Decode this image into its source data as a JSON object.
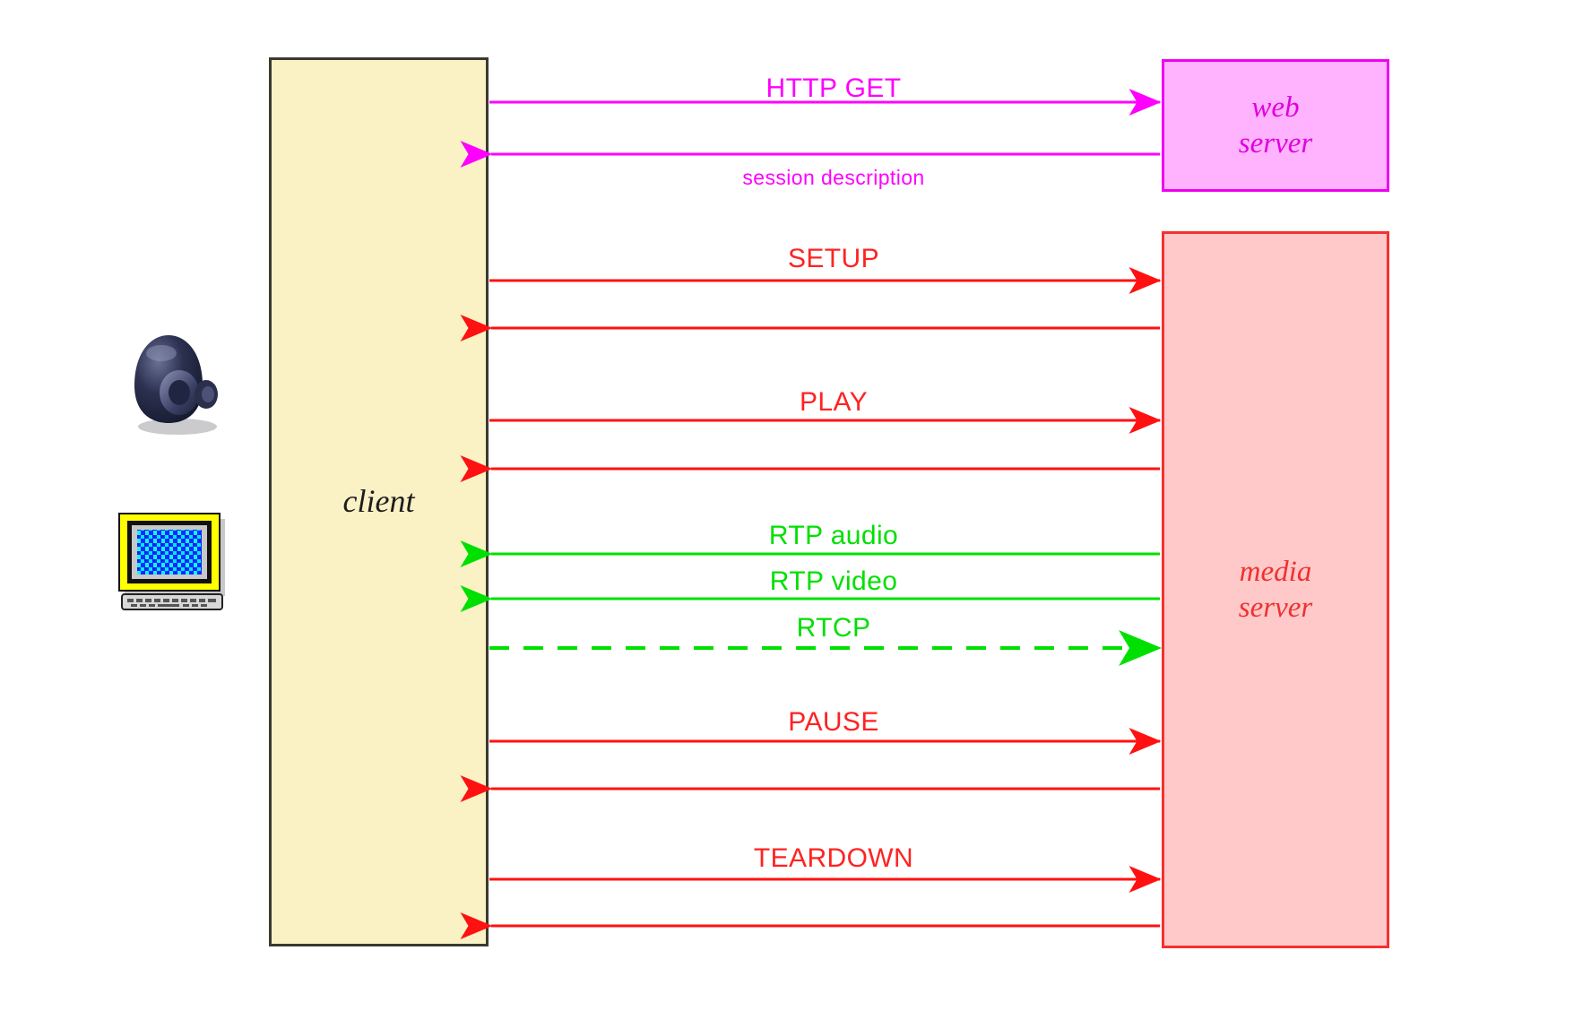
{
  "diagram": {
    "title": "RTSP streaming session message exchange",
    "nodes": {
      "client": {
        "label": "client",
        "fill": "#faf1c4",
        "stroke": "#3a3a30"
      },
      "web_server": {
        "label": "web\nserver",
        "label_line1": "web",
        "label_line2": "server",
        "fill": "#ffb3ff",
        "stroke": "#f000f0"
      },
      "media_server": {
        "label": "media\nserver",
        "label_line1": "media",
        "label_line2": "server",
        "fill": "#ffc9c9",
        "stroke": "#f63030"
      }
    },
    "icons": {
      "speaker": "speaker-icon",
      "monitor": "monitor-icon"
    },
    "colors": {
      "http": "#ff00ff",
      "rtsp": "#ff2222",
      "rtp": "#00e000",
      "background": "#ffffff"
    },
    "messages": [
      {
        "label": "HTTP GET",
        "protocol": "http",
        "direction": "client-to-server",
        "peer": "web_server",
        "style": "solid",
        "arrowhead": true,
        "size": "big"
      },
      {
        "label": "session description",
        "protocol": "http",
        "direction": "server-to-client",
        "peer": "web_server",
        "style": "solid",
        "arrowhead": true,
        "size": "small"
      },
      {
        "label": "SETUP",
        "protocol": "rtsp",
        "direction": "client-to-server",
        "peer": "media_server",
        "style": "solid",
        "arrowhead": true,
        "size": "big"
      },
      {
        "label": "",
        "protocol": "rtsp",
        "direction": "server-to-client",
        "peer": "media_server",
        "style": "solid",
        "arrowhead": true,
        "size": "big"
      },
      {
        "label": "PLAY",
        "protocol": "rtsp",
        "direction": "client-to-server",
        "peer": "media_server",
        "style": "solid",
        "arrowhead": true,
        "size": "big"
      },
      {
        "label": "",
        "protocol": "rtsp",
        "direction": "server-to-client",
        "peer": "media_server",
        "style": "solid",
        "arrowhead": true,
        "size": "big"
      },
      {
        "label": "RTP audio",
        "protocol": "rtp",
        "direction": "server-to-client",
        "peer": "media_server",
        "style": "solid",
        "arrowhead": true,
        "size": "big"
      },
      {
        "label": "RTP video",
        "protocol": "rtp",
        "direction": "server-to-client",
        "peer": "media_server",
        "style": "solid",
        "arrowhead": true,
        "size": "big"
      },
      {
        "label": "RTCP",
        "protocol": "rtp",
        "direction": "client-to-server",
        "peer": "media_server",
        "style": "dashed",
        "arrowhead": true,
        "size": "big"
      },
      {
        "label": "PAUSE",
        "protocol": "rtsp",
        "direction": "client-to-server",
        "peer": "media_server",
        "style": "solid",
        "arrowhead": true,
        "size": "big"
      },
      {
        "label": "",
        "protocol": "rtsp",
        "direction": "server-to-client",
        "peer": "media_server",
        "style": "solid",
        "arrowhead": true,
        "size": "big"
      },
      {
        "label": "TEARDOWN",
        "protocol": "rtsp",
        "direction": "client-to-server",
        "peer": "media_server",
        "style": "solid",
        "arrowhead": true,
        "size": "big"
      },
      {
        "label": "",
        "protocol": "rtsp",
        "direction": "server-to-client",
        "peer": "media_server",
        "style": "solid",
        "arrowhead": true,
        "size": "big"
      }
    ],
    "labels": {
      "http_get": "HTTP GET",
      "session_description": "session description",
      "setup": "SETUP",
      "play": "PLAY",
      "rtp_audio": "RTP audio",
      "rtp_video": "RTP video",
      "rtcp": "RTCP",
      "pause": "PAUSE",
      "teardown": "TEARDOWN",
      "client": "client",
      "web": "web",
      "server_w": "server",
      "media": "media",
      "server_m": "server"
    }
  }
}
